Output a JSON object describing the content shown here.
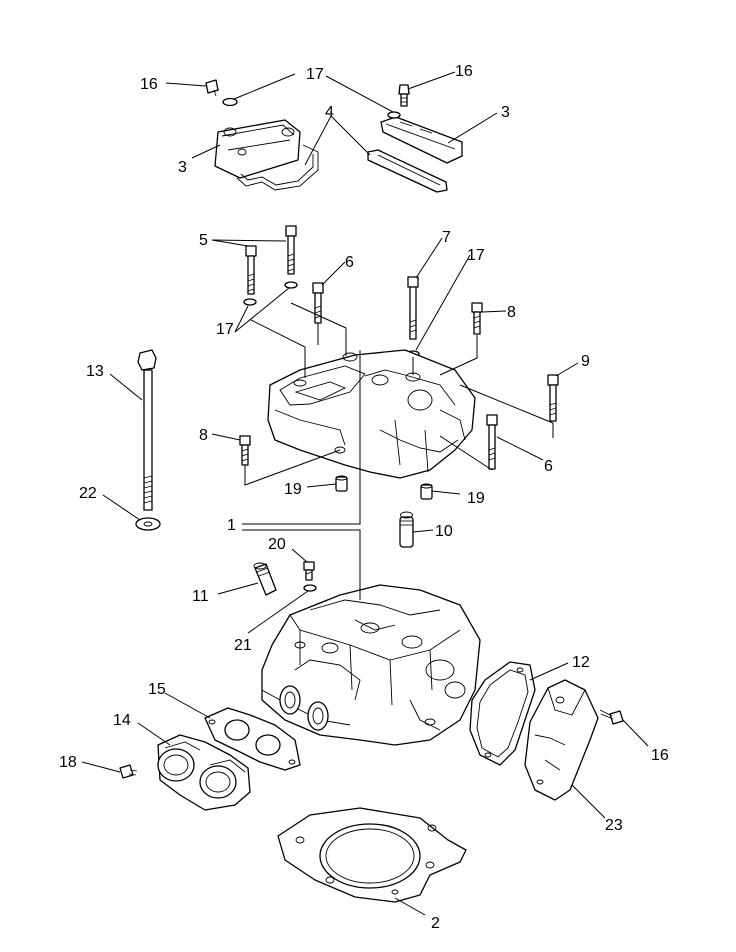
{
  "callouts": {
    "c1": "1",
    "c2": "2",
    "c3a": "3",
    "c3b": "3",
    "c4": "4",
    "c5": "5",
    "c6a": "6",
    "c6b": "6",
    "c7": "7",
    "c8a": "8",
    "c8b": "8",
    "c9": "9",
    "c10": "10",
    "c11": "11",
    "c12": "12",
    "c13": "13",
    "c14": "14",
    "c15": "15",
    "c16a": "16",
    "c16b": "16",
    "c16c": "16",
    "c17a": "17",
    "c17b": "17",
    "c17c": "17",
    "c18": "18",
    "c19a": "19",
    "c19b": "19",
    "c20": "20",
    "c21": "21",
    "c22": "22",
    "c23": "23"
  }
}
